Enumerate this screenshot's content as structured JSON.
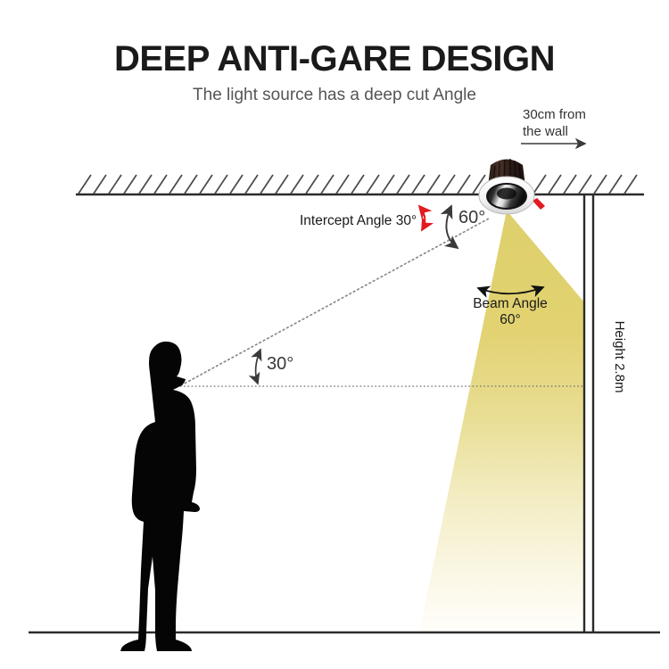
{
  "header": {
    "title": "DEEP ANTI-GARE DESIGN",
    "subtitle": "The light source has a deep cut Angle"
  },
  "annotations": {
    "wall_distance": {
      "line1": "30cm from",
      "line2": "the wall"
    },
    "intercept_angle": "Intercept Angle 30°",
    "cutoff_angle": "60°",
    "beam_angle": {
      "line1": "Beam Angle",
      "line2": "60°"
    },
    "view_angle": "30°",
    "height": "Height 2.8m"
  },
  "colors": {
    "beam_top": "#e1ce69",
    "beam_bottom": "#fdfcf3",
    "accent_red": "#e11b20",
    "line_dark": "#2b2b2b",
    "silhouette": "#050505",
    "text_dark": "#1a1a1a",
    "text_gray": "#555555"
  },
  "icons": {
    "downlight": "downlight-fixture-icon",
    "person": "person-silhouette-icon",
    "arrow_right": "arrow-right-icon"
  }
}
